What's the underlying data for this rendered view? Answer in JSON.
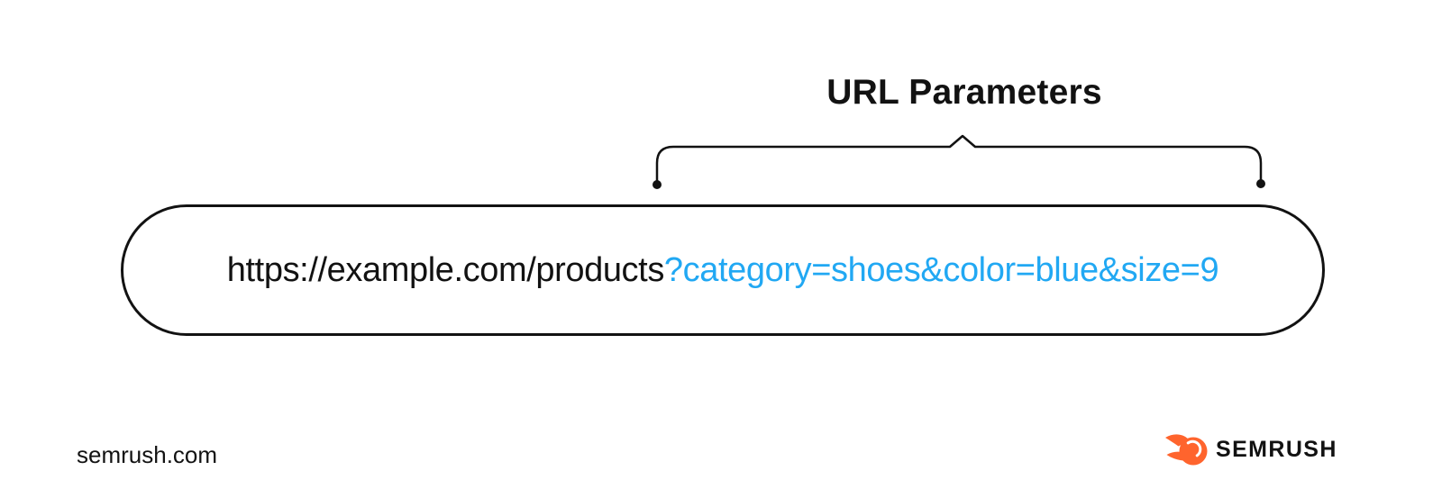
{
  "colors": {
    "background": "#ffffff",
    "ink": "#121212",
    "param_blue": "#21a8f3",
    "brand_orange": "#ff642d"
  },
  "annotation": {
    "title": "URL Parameters"
  },
  "url_pill": {
    "base": "https://example.com/products",
    "params": "?category=shoes&color=blue&size=9"
  },
  "footer": {
    "website": "semrush.com",
    "brand_wordmark": "SEMRUSH",
    "brand_icon": "semrush-comet-icon"
  }
}
